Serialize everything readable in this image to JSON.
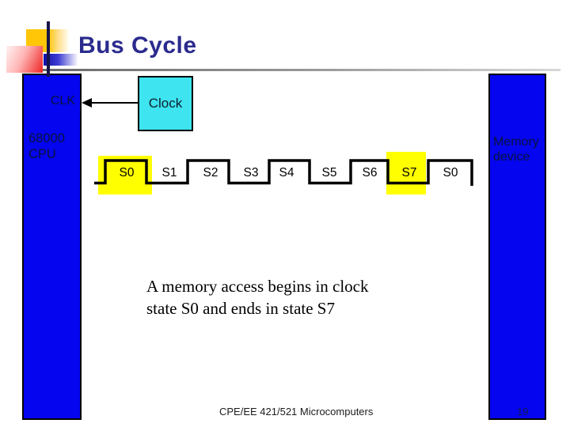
{
  "slide": {
    "title": "Bus Cycle",
    "footer": "CPE/EE 421/521 Microcomputers",
    "page_number": "19"
  },
  "diagram": {
    "cpu_box": {
      "clk_label": "CLK",
      "label_line1": "68000",
      "label_line2": "CPU"
    },
    "clock_box": {
      "label": "Clock"
    },
    "memory_box": {
      "label_line1": "Memory",
      "label_line2": "device"
    },
    "waveform": {
      "states": [
        "S0",
        "S1",
        "S2",
        "S3",
        "S4",
        "S5",
        "S6",
        "S7",
        "S0"
      ],
      "highlighted_states": [
        "S0",
        "S7"
      ]
    }
  },
  "caption": {
    "line1": "A memory access begins in clock",
    "line2": "state S0 and ends in state S7"
  },
  "colors": {
    "device_blue": "#0505ef",
    "clock_cyan": "#3ee4ef",
    "state_highlight_yellow": "#ffff00",
    "title_navy": "#2b2b8e",
    "logo_amber": "#ffc608",
    "logo_red": "#ee2525"
  }
}
